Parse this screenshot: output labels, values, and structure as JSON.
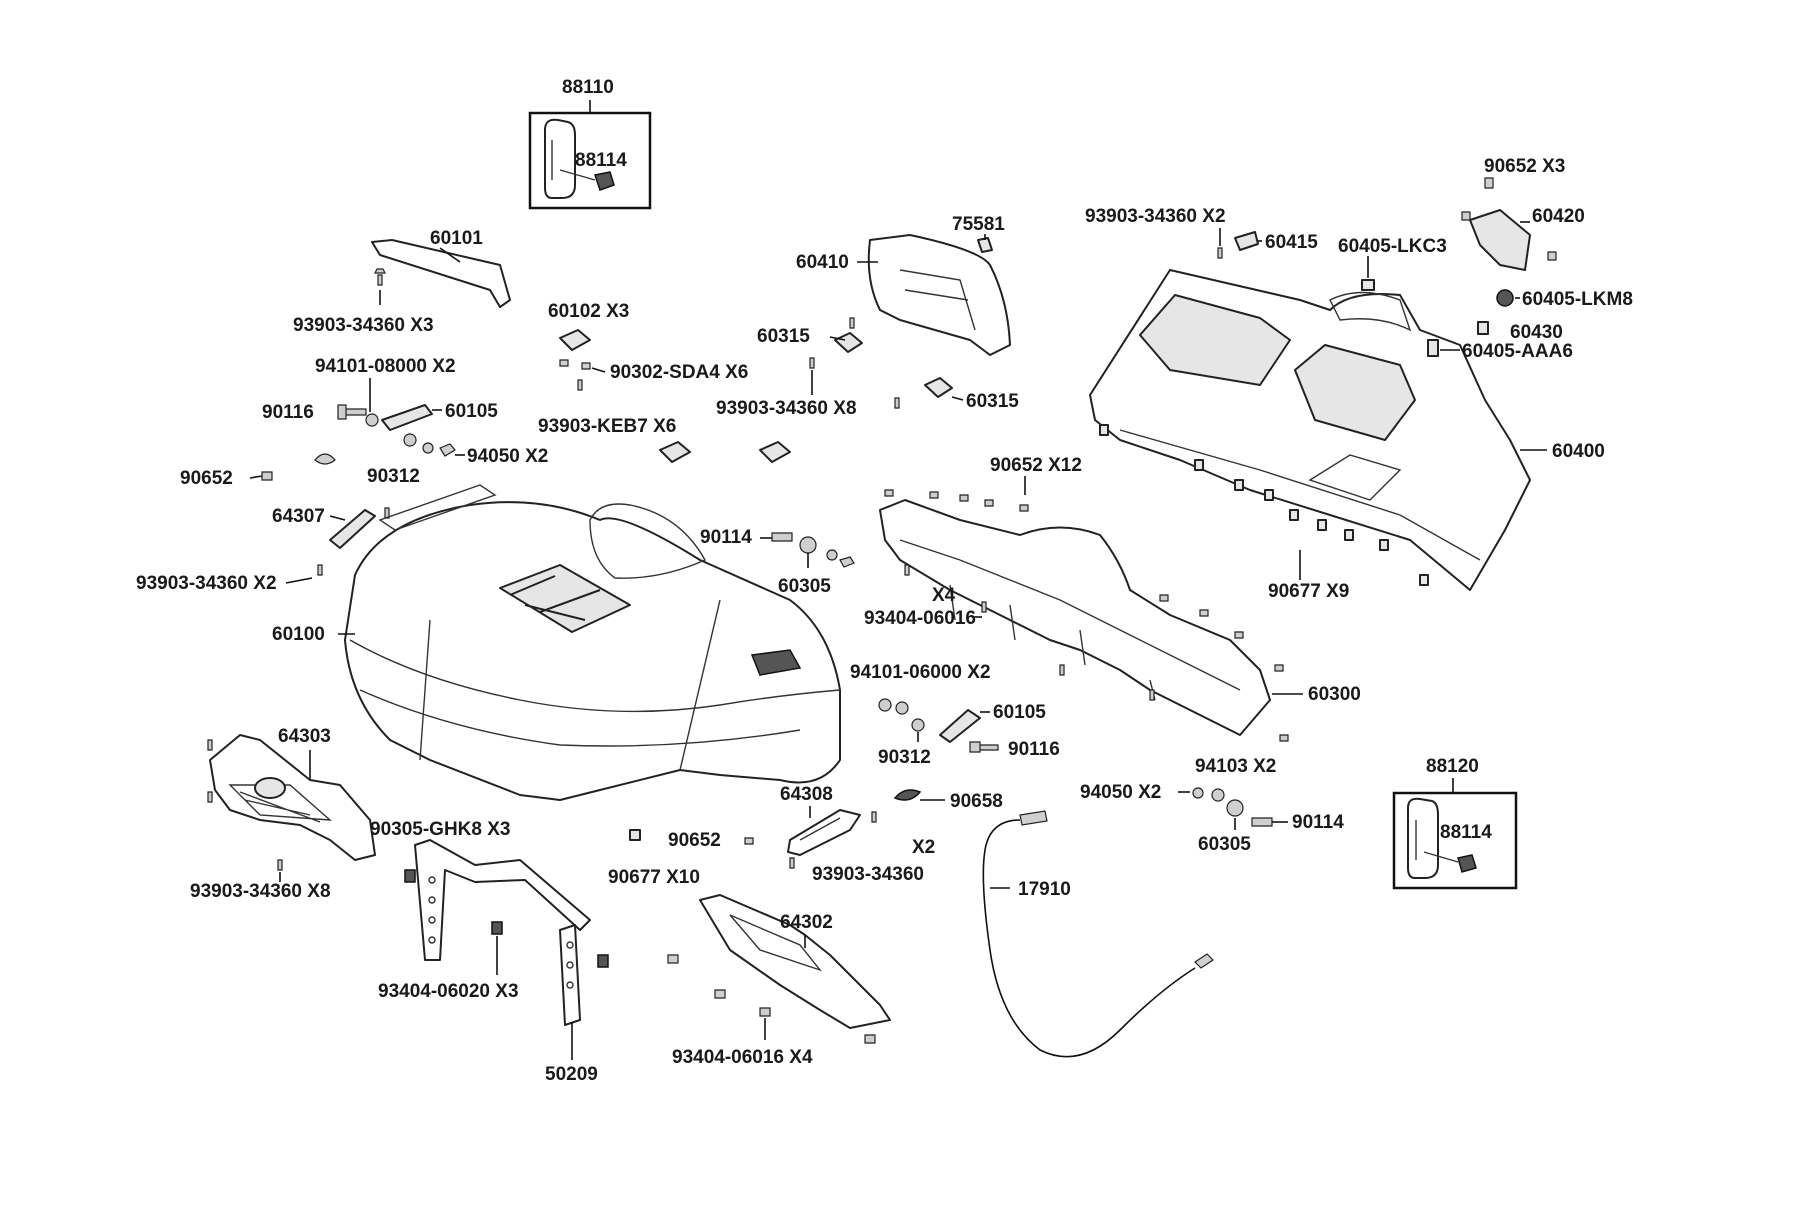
{
  "labels": {
    "p88110": "88110",
    "p88114a": "88114",
    "p60101": "60101",
    "p93903_x3": "93903-34360 X3",
    "p94101_08000_x2": "94101-08000 X2",
    "p90116a": "90116",
    "p60105a": "60105",
    "p90312a": "90312",
    "p94050_x2a": "94050 X2",
    "p90652a": "90652",
    "p64307": "64307",
    "p93903_x2a": "93903-34360 X2",
    "p60100": "60100",
    "p64303": "64303",
    "p90305": "90305-GHK8 X3",
    "p93903_x8a": "93903-34360 X8",
    "p60102": "60102 X3",
    "p90302": "90302-SDA4 X6",
    "p93903_keb7": "93903-KEB7 X6",
    "p90114a": "90114",
    "p60305a": "60305",
    "p75581": "75581",
    "p60410": "60410",
    "p60315a": "60315",
    "p93903_x8b": "93903-34360 X8",
    "p60315b": "60315",
    "p90652_x12": "90652  X12",
    "p93404_06016": "93404-06016",
    "p_x4": "X4",
    "p94101_06000_x2": "94101-06000 X2",
    "p60105b": "60105",
    "p90312b": "90312",
    "p90116b": "90116",
    "p60300": "60300",
    "p90658": "90658",
    "p64308": "64308",
    "p90652b": "90652",
    "p_x2": "X2",
    "p93903_b": "93903-34360",
    "p90677_x10": "90677 X10",
    "p50209": "50209",
    "p93404_06020_x3": "93404-06020 X3",
    "p64302": "64302",
    "p93404_06016_x4": "93404-06016 X4",
    "p17910": "17910",
    "p94103_x2": "94103 X2",
    "p94050_x2b": "94050 X2",
    "p60305b": "60305",
    "p90114b": "90114",
    "p88120": "88120",
    "p88114b": "88114",
    "p93903_x2b": "93903-34360 X2",
    "p60415": "60415",
    "p60405_lkc3": "60405-LKC3",
    "p90652_x3": "90652  X3",
    "p60420": "60420",
    "p60405_lkm8": "60405-LKM8",
    "p60430": "60430",
    "p60405_aaa6": "60405-AAA6",
    "p60400": "60400",
    "p90677_x9": "90677 X9"
  }
}
